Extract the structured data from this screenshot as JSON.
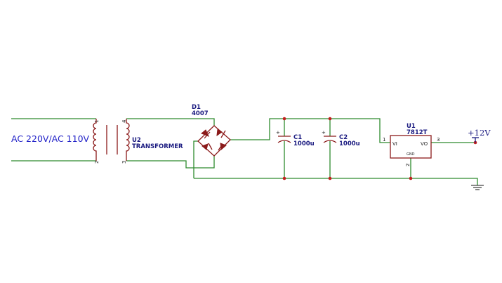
{
  "ac_input": {
    "label": "AC 220V/AC 110V"
  },
  "transformer": {
    "ref": "U2",
    "value": "TRANSFORMER",
    "pins": [
      "1",
      "2",
      "4",
      "3"
    ]
  },
  "bridge": {
    "ref": "D1",
    "value": "4007"
  },
  "capacitors": [
    {
      "ref": "C1",
      "value": "1000u"
    },
    {
      "ref": "C2",
      "value": "1000u"
    }
  ],
  "regulator": {
    "ref": "U1",
    "value": "7812T",
    "vi": "VI",
    "vo": "VO",
    "gnd": "GND",
    "pins": [
      "1",
      "3",
      "2"
    ]
  },
  "output": {
    "label": "+12V"
  },
  "colors": {
    "wire": "#2e8b2e",
    "component": "#8b1a1a",
    "label": "#1a1a80",
    "ac_label": "#2323c8",
    "junction": "#c0201e"
  }
}
